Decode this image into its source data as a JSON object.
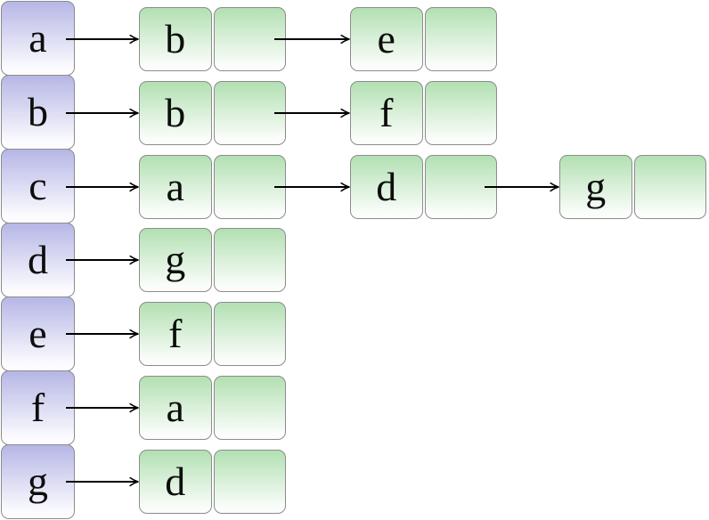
{
  "diagram": {
    "kind": "adjacency-list",
    "rows": [
      {
        "head": "a",
        "nodes": [
          "b",
          "e"
        ]
      },
      {
        "head": "b",
        "nodes": [
          "b",
          "f"
        ]
      },
      {
        "head": "c",
        "nodes": [
          "a",
          "d",
          "g"
        ]
      },
      {
        "head": "d",
        "nodes": [
          "g"
        ]
      },
      {
        "head": "e",
        "nodes": [
          "f"
        ]
      },
      {
        "head": "f",
        "nodes": [
          "a"
        ]
      },
      {
        "head": "g",
        "nodes": [
          "d"
        ]
      }
    ],
    "colors": {
      "background": "#ffffff",
      "head_gradient_top": "#b6b6e6",
      "head_gradient_bottom": "#fcfcff",
      "node_gradient_top": "#b2e0b2",
      "node_gradient_bottom": "#fbfdfb",
      "border": "#8c8c8c",
      "arrow": "#000000"
    }
  }
}
